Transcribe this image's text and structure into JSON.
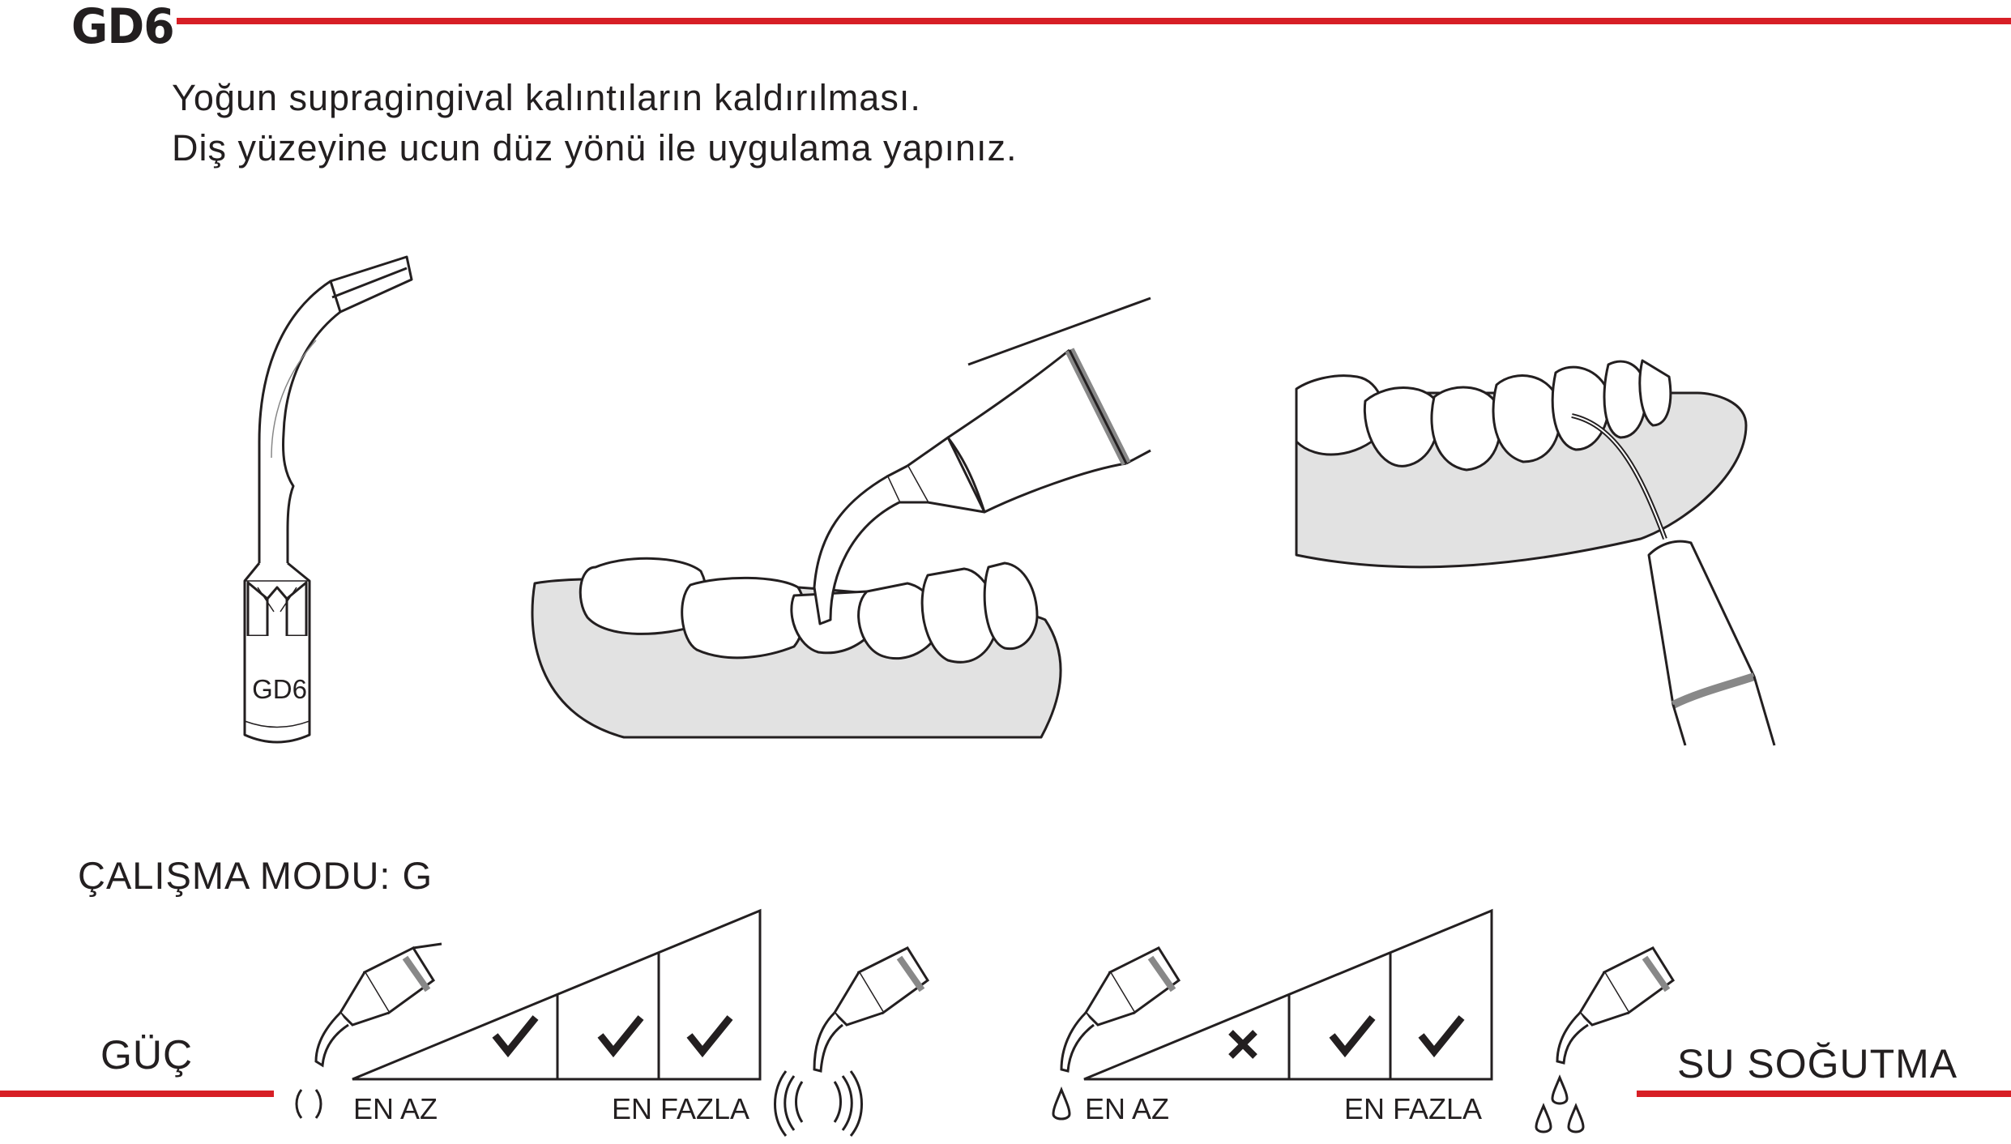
{
  "header": {
    "code": "GD6"
  },
  "description": {
    "line1": "Yoğun supragingival kalıntıların kaldırılması.",
    "line2": "Diş yüzeyine ucun düz yönü ile uygulama yapınız."
  },
  "tip_label": "GD6",
  "mode": {
    "text": "ÇALIŞMA MODU: G"
  },
  "power": {
    "label": "GÜÇ",
    "min_label": "EN AZ",
    "max_label": "EN FAZLA",
    "levels": [
      "check",
      "check",
      "check"
    ]
  },
  "water": {
    "label": "SU SOĞUTMA",
    "min_label": "EN AZ",
    "max_label": "EN FAZLA",
    "levels": [
      "cross",
      "check",
      "check"
    ]
  },
  "colors": {
    "accent": "#d71f26",
    "ink": "#231f20",
    "gum": "#e2e2e2"
  }
}
